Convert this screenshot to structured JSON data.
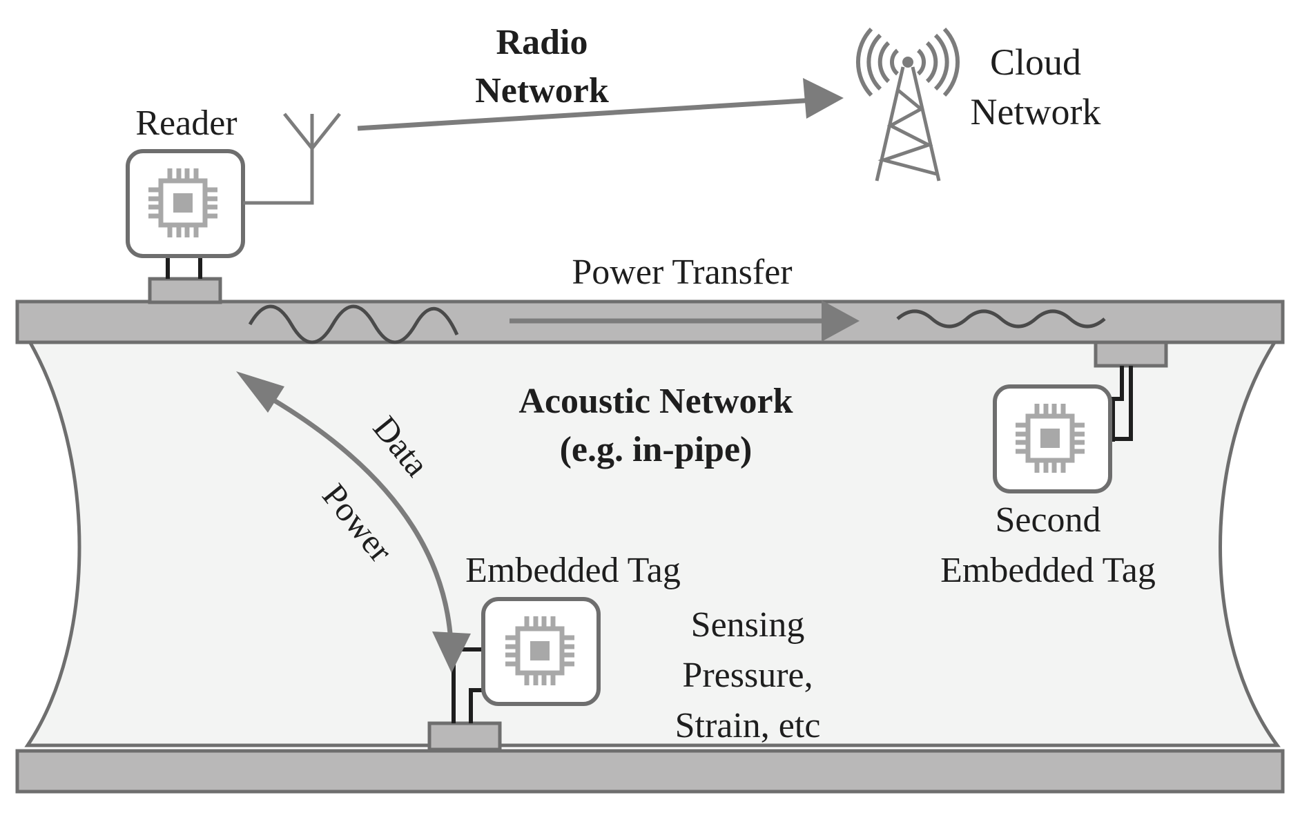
{
  "colors": {
    "pipe_wall": "#b9b8b8",
    "pipe_stroke": "#6e6e6e",
    "pipe_interior": "#f3f4f3",
    "arrow": "#7c7c7c",
    "chip": "#a8a8a8",
    "wire": "#1e1e1e",
    "text": "#1e1e1e"
  },
  "labels": {
    "radio_network": [
      "Radio",
      "Network"
    ],
    "cloud_network": [
      "Cloud",
      "Network"
    ],
    "reader": "Reader",
    "power_transfer": "Power Transfer",
    "acoustic_network": [
      "Acoustic Network",
      "(e.g. in-pipe)"
    ],
    "data": "Data",
    "power": "Power",
    "embedded_tag": "Embedded Tag",
    "second_embedded_tag": [
      "Second",
      "Embedded Tag"
    ],
    "sensing": [
      "Sensing",
      "Pressure,",
      "Strain, etc"
    ]
  },
  "icons": {
    "chip": "microchip-icon",
    "tower": "radio-tower-icon",
    "antenna": "antenna-icon"
  }
}
